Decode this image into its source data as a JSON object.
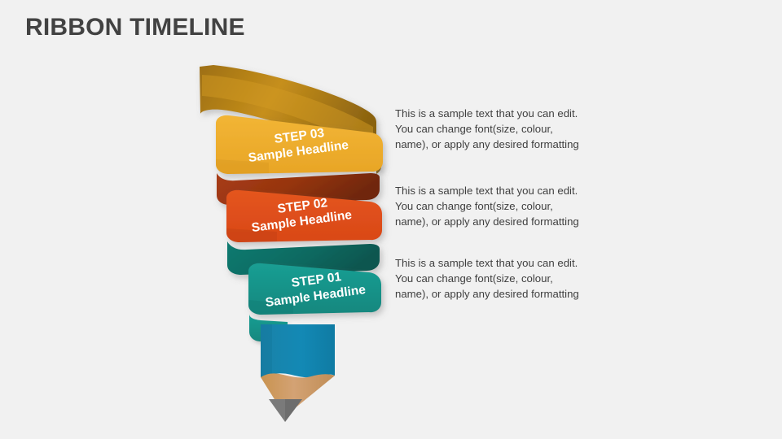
{
  "slide": {
    "title": "RIBBON TIMELINE",
    "background_color": "#f1f1f1",
    "title_color": "#424242"
  },
  "graphic": {
    "name": "ribbon-spiral-pencil",
    "pencil": {
      "ferrule_color": "#1389b5",
      "wood_color": "#cf9e6b",
      "graphite_color": "#7a7a7a"
    }
  },
  "steps": [
    {
      "id": "step-03",
      "step_label": "STEP 03",
      "headline": "Sample Headline",
      "band_color": "#efae2f",
      "fold_color": "#b5821a",
      "description_lines": [
        "This is a sample text that you can edit.",
        "You can change font(size, colour,",
        "name), or apply any desired formatting"
      ]
    },
    {
      "id": "step-02",
      "step_label": "STEP 02",
      "headline": "Sample Headline",
      "band_color": "#e04e1b",
      "fold_color": "#a33a15",
      "description_lines": [
        "This is a sample text that you can edit.",
        "You can change font(size, colour,",
        "name), or apply any desired formatting"
      ]
    },
    {
      "id": "step-01",
      "step_label": "STEP 01",
      "headline": "Sample Headline",
      "band_color": "#17968c",
      "fold_color": "#0b6a62",
      "description_lines": [
        "This is a sample text that you can edit.",
        "You can change font(size, colour,",
        "name), or apply any desired formatting"
      ]
    }
  ]
}
